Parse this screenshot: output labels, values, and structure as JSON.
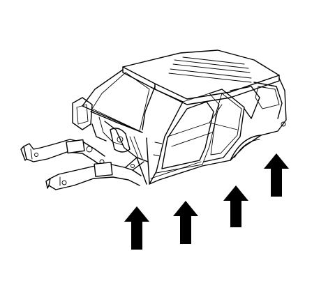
{
  "diagram": {
    "subject": "vehicle-body-structure",
    "view": "front-three-quarter",
    "line_color": "#000000",
    "background_color": "#ffffff",
    "arrows": {
      "count": 4,
      "direction": "up",
      "fill_color": "#000000"
    }
  }
}
